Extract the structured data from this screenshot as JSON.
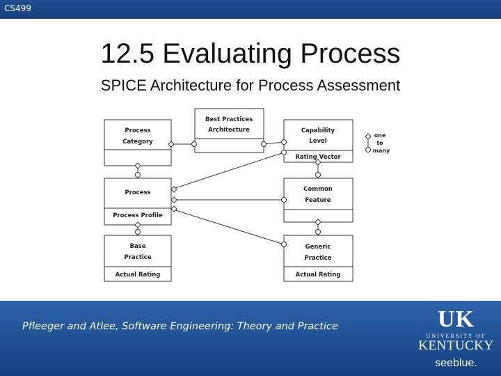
{
  "header": {
    "course_code": "CS499"
  },
  "slide": {
    "title": "12.5 Evaluating Process",
    "subtitle": "SPICE Architecture for Process Assessment"
  },
  "diagram": {
    "boxes": {
      "best_practices": {
        "lines": [
          "Best Practices",
          "Architecture"
        ]
      },
      "process_category": {
        "lines": [
          "Process",
          "Category"
        ]
      },
      "capability_level": {
        "lines": [
          "Capability",
          "Level"
        ],
        "footer": "Rating Vector"
      },
      "process": {
        "lines": [
          "Process"
        ],
        "footer": "Process Profile"
      },
      "common_feature": {
        "lines": [
          "Common",
          "Feature"
        ]
      },
      "base_practice": {
        "lines": [
          "Base",
          "Practice"
        ],
        "footer": "Actual Rating"
      },
      "generic_practice": {
        "lines": [
          "Generic",
          "Practice"
        ],
        "footer": "Actual Rating"
      }
    },
    "legend": {
      "one": "one",
      "to": "to",
      "many": "many"
    }
  },
  "footer": {
    "citation": "Pfleeger and Atlee, Software Engineering: Theory and Practice",
    "logo": {
      "uk": "UK",
      "university_of": "UNIVERSITY OF",
      "kentucky": "KENTUCKY",
      "seeblue": "seeblue."
    }
  }
}
